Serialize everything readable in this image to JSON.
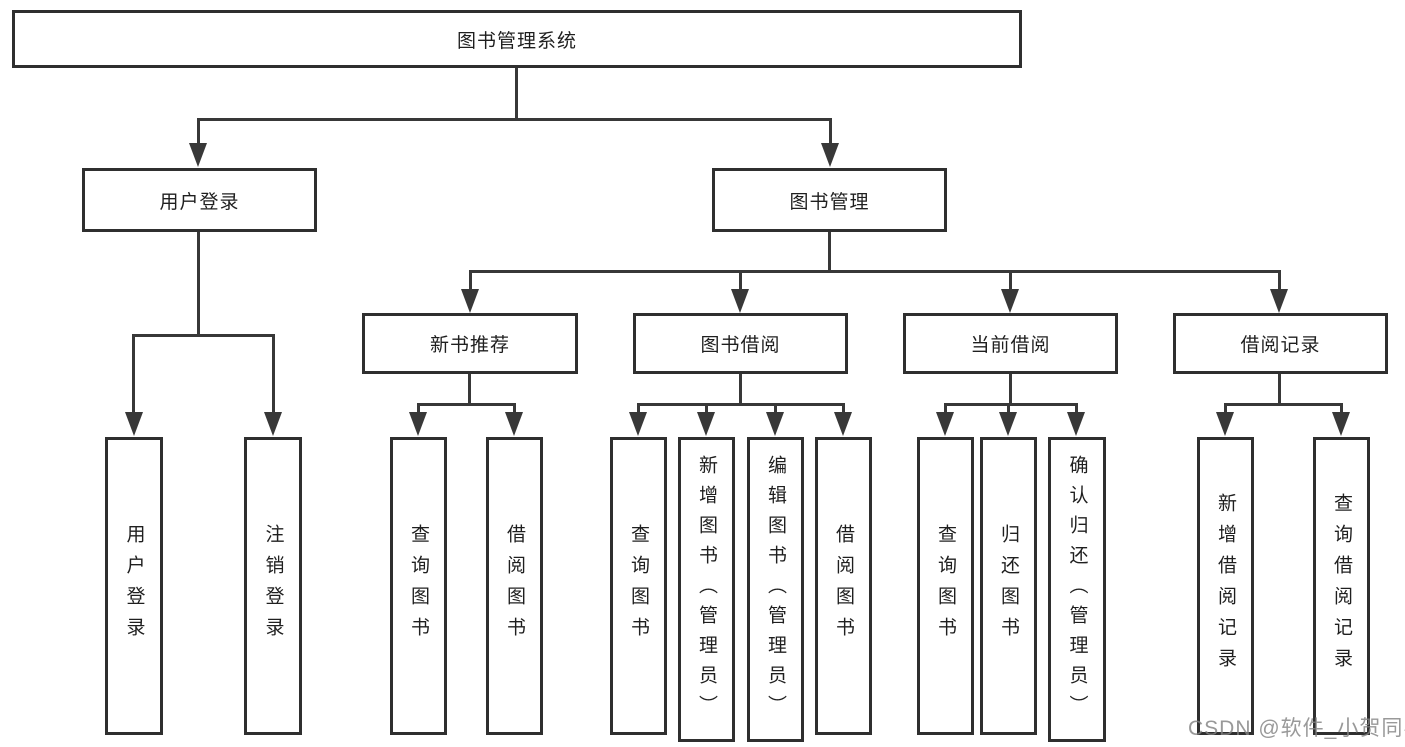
{
  "diagram": {
    "root": "图书管理系统",
    "branches": {
      "user_login": {
        "label": "用户登录",
        "children": {
          "login": "用户登录",
          "logout": "注销登录"
        }
      },
      "book_mgmt": {
        "label": "图书管理",
        "children": {
          "new_book_rec": {
            "label": "新书推荐",
            "children": {
              "query_books": "查询图书",
              "borrow_books": "借阅图书"
            }
          },
          "book_borrow": {
            "label": "图书借阅",
            "children": {
              "query_books": "查询图书",
              "add_books": "新增图书（管理员）",
              "edit_books": "编辑图书（管理员）",
              "borrow_books": "借阅图书"
            }
          },
          "current_borrow": {
            "label": "当前借阅",
            "children": {
              "query_books": "查询图书",
              "return_books": "归还图书",
              "confirm_return": "确认归还（管理员）"
            }
          },
          "borrow_records": {
            "label": "借阅记录",
            "children": {
              "add_record": "新增借阅记录",
              "query_record": "查询借阅记录"
            }
          }
        }
      }
    }
  },
  "watermark": "CSDN @软件_小贺同学"
}
